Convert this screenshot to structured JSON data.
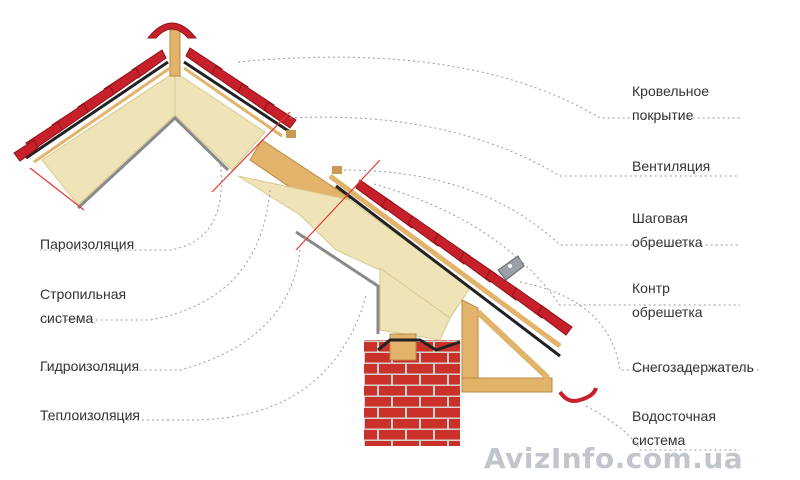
{
  "labels_left": [
    {
      "id": "vapor-barrier",
      "lines": [
        "Пароизоляция"
      ]
    },
    {
      "id": "rafter-system",
      "lines": [
        "Стропильная",
        "система"
      ]
    },
    {
      "id": "waterproofing",
      "lines": [
        "Гидроизоляция"
      ]
    },
    {
      "id": "insulation",
      "lines": [
        "Теплоизоляция"
      ]
    }
  ],
  "labels_right": [
    {
      "id": "roofing",
      "lines": [
        "Кровельное",
        "покрытие"
      ]
    },
    {
      "id": "ventilation",
      "lines": [
        "Вентиляция"
      ]
    },
    {
      "id": "step-battens",
      "lines": [
        "Шаговая",
        "обрешетка"
      ]
    },
    {
      "id": "counter-battens",
      "lines": [
        "Контр",
        "обрешетка"
      ]
    },
    {
      "id": "snow-guard",
      "lines": [
        "Снегозадержатель"
      ]
    },
    {
      "id": "gutter-system",
      "lines": [
        "Водосточная",
        "система"
      ]
    }
  ],
  "watermark": "AvizInfo.com.ua",
  "colors": {
    "tile": "#c8202a",
    "tile_dark": "#8e1218",
    "insulation": "#efe3b8",
    "wood": "#e2b36a",
    "membrane": "#222222",
    "brick": "#c9312a",
    "mortar": "#d7d2cc",
    "cut_line": "#e03a30",
    "leader": "#9a9a9a"
  }
}
